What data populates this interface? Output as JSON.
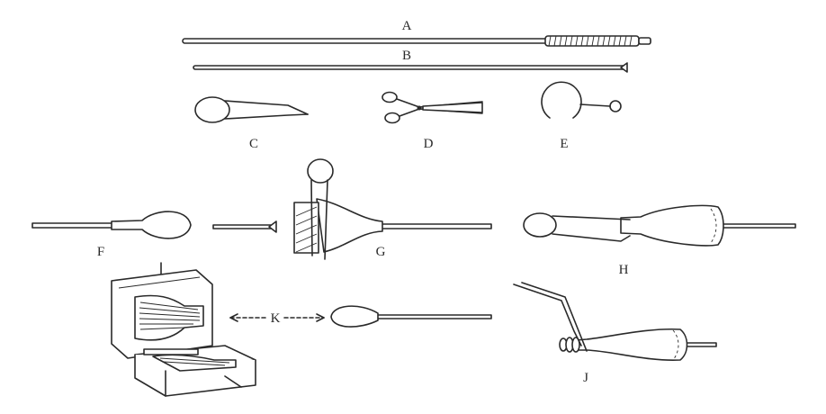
{
  "labels": {
    "a": "A",
    "b": "B",
    "c": "C",
    "d": "D",
    "e": "E",
    "f": "F",
    "g": "G",
    "h": "H",
    "j": "J",
    "k": "K"
  }
}
